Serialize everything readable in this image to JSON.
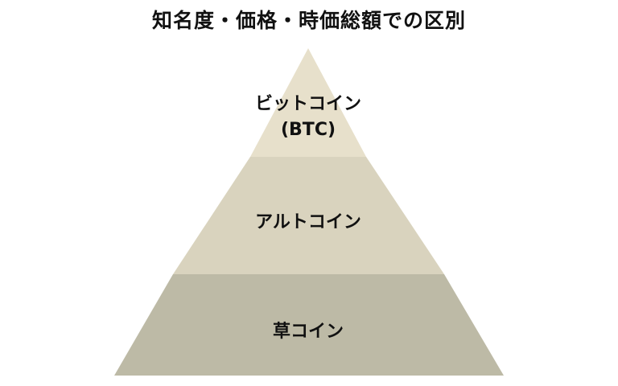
{
  "title": "知名度・価格・時価総額での区別",
  "tiers": [
    {
      "label_line1": "ビットコイン",
      "label_line2": "(BTC)",
      "color": "#e7e0cb"
    },
    {
      "label_line1": "アルトコイン",
      "color": "#d9d3be"
    },
    {
      "label_line1": "草コイン",
      "color": "#bdbaa6"
    }
  ]
}
